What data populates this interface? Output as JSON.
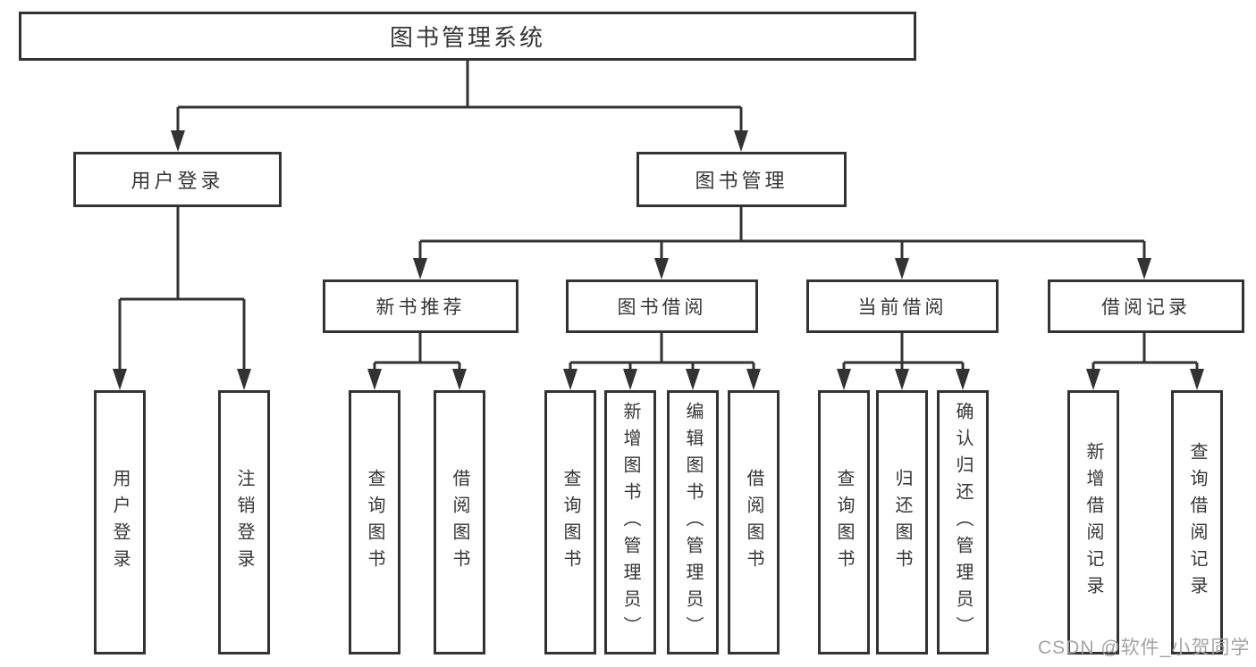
{
  "diagram": {
    "root": {
      "label": "图书管理系统"
    },
    "level2": [
      {
        "id": "user-login",
        "label": "用户登录"
      },
      {
        "id": "book-management",
        "label": "图书管理"
      }
    ],
    "level3": [
      {
        "id": "new-book-recommend",
        "label": "新书推荐",
        "parent": "图书管理"
      },
      {
        "id": "book-borrow",
        "label": "图书借阅",
        "parent": "图书管理"
      },
      {
        "id": "current-borrow",
        "label": "当前借阅",
        "parent": "图书管理"
      },
      {
        "id": "borrow-records",
        "label": "借阅记录",
        "parent": "图书管理"
      }
    ],
    "leaves": [
      {
        "id": "user-login",
        "label": "用户登录",
        "parent": "用户登录"
      },
      {
        "id": "logout",
        "label": "注销登录",
        "parent": "用户登录"
      },
      {
        "id": "query-books-rec",
        "label": "查询图书",
        "parent": "新书推荐"
      },
      {
        "id": "borrow-books-rec",
        "label": "借阅图书",
        "parent": "新书推荐"
      },
      {
        "id": "query-books-borrow",
        "label": "查询图书",
        "parent": "图书借阅"
      },
      {
        "id": "add-books-admin",
        "label": "新增图书（管理员）",
        "parent": "图书借阅"
      },
      {
        "id": "edit-books-admin",
        "label": "编辑图书（管理员）",
        "parent": "图书借阅"
      },
      {
        "id": "borrow-books-borrow",
        "label": "借阅图书",
        "parent": "图书借阅"
      },
      {
        "id": "query-books-current",
        "label": "查询图书",
        "parent": "当前借阅"
      },
      {
        "id": "return-books",
        "label": "归还图书",
        "parent": "当前借阅"
      },
      {
        "id": "confirm-return-admin",
        "label": "确认归还（管理员）",
        "parent": "当前借阅"
      },
      {
        "id": "add-borrow-record",
        "label": "新增借阅记录",
        "parent": "借阅记录"
      },
      {
        "id": "query-borrow-record",
        "label": "查询借阅记录",
        "parent": "借阅记录"
      }
    ]
  },
  "watermark": {
    "text": "CSDN @软件_小贺同学"
  },
  "colors": {
    "line": "#333333",
    "box_border": "#333333",
    "text": "#363636",
    "background": "#ffffff",
    "watermark": "#a3a3a3"
  }
}
